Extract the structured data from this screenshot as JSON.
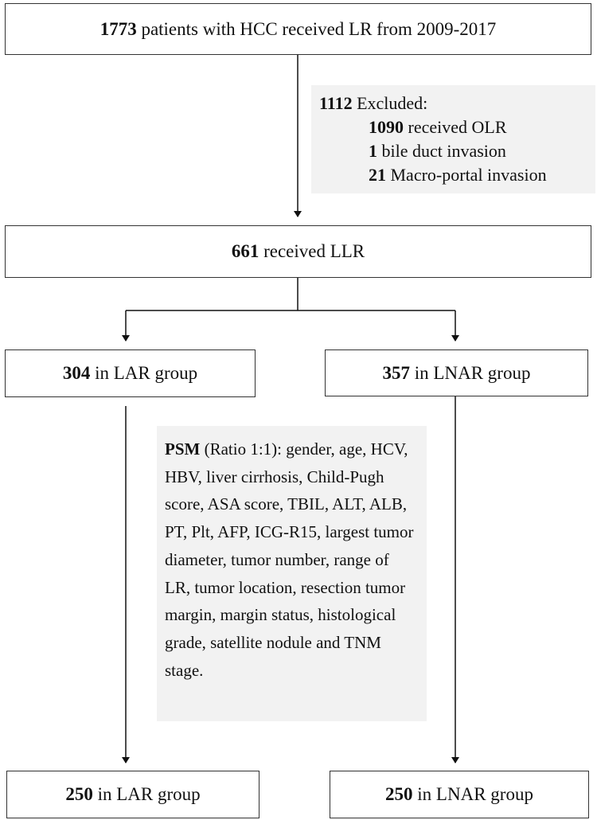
{
  "boxes": {
    "top": {
      "num": "1773",
      "text": " patients with HCC received LR from 2009-2017"
    },
    "llr": {
      "num": "661",
      "text": " received LLR"
    },
    "lar_before": {
      "num": "304",
      "text": " in LAR group"
    },
    "lnar_before": {
      "num": "357",
      "text": " in LNAR group"
    },
    "lar_after": {
      "num": "250",
      "text": " in LAR group"
    },
    "lnar_after": {
      "num": "250",
      "text": " in LNAR group"
    }
  },
  "excluded": {
    "num": "1112",
    "label": " Excluded:",
    "items": [
      {
        "num": "1090",
        "text": " received OLR"
      },
      {
        "num": "1",
        "text": " bile duct invasion"
      },
      {
        "num": "21",
        "text": " Macro-portal invasion"
      }
    ]
  },
  "psm": {
    "label": "PSM",
    "text": " (Ratio 1:1): gender, age, HCV, HBV, liver cirrhosis, Child-Pugh score, ASA score, TBIL, ALT, ALB, PT, Plt, AFP, ICG-R15, largest tumor diameter, tumor number, range of LR, tumor location, resection tumor margin, margin status, histological grade, satellite nodule and TNM stage."
  }
}
